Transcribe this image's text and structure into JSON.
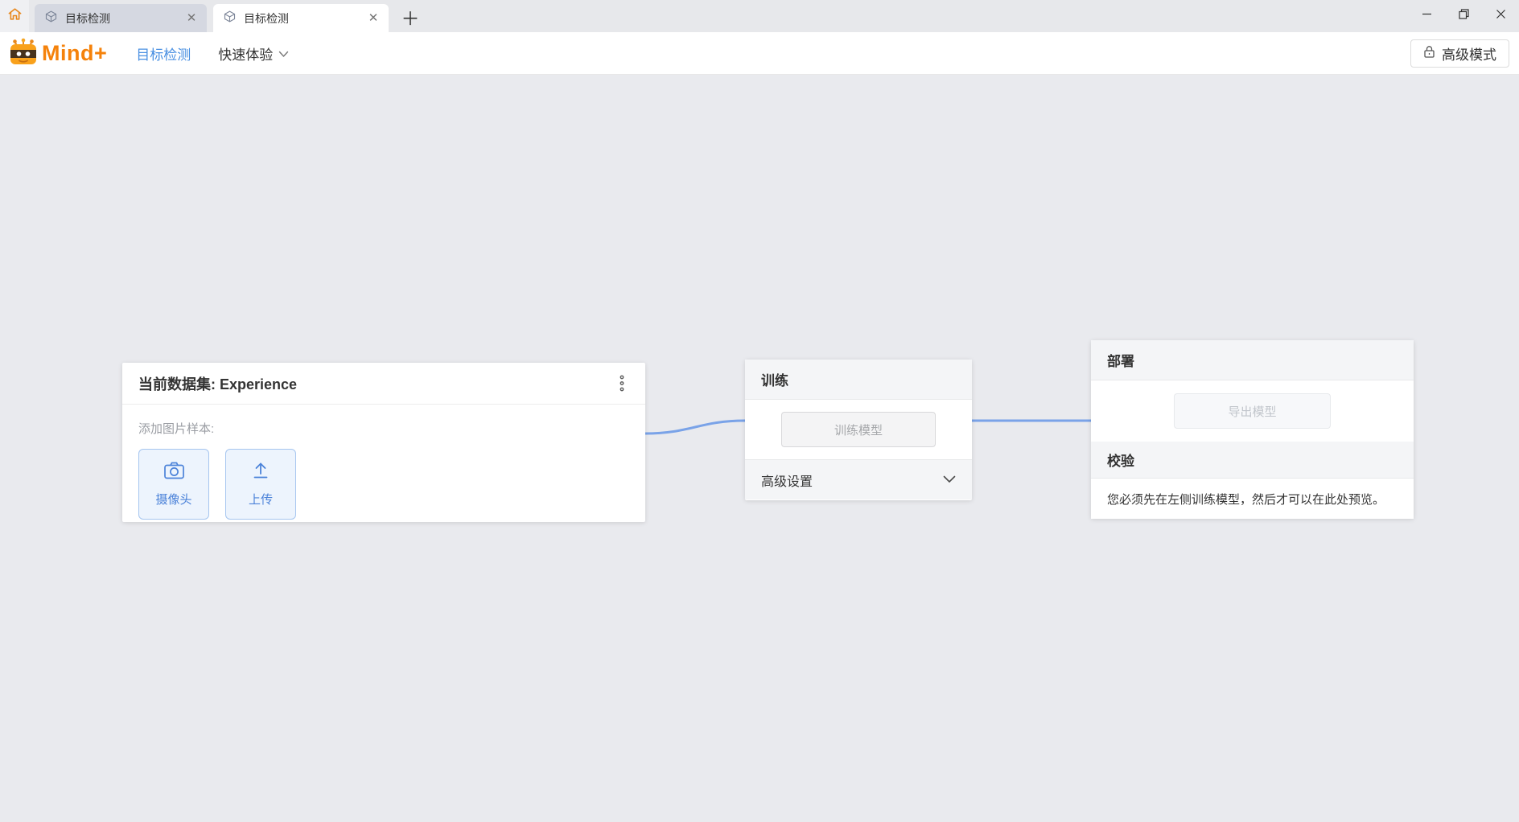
{
  "window": {
    "tabs": [
      {
        "label": "目标检测"
      },
      {
        "label": "目标检测"
      }
    ]
  },
  "header": {
    "brand": "Mind+",
    "project_link": "目标检测",
    "mode_menu": "快速体验",
    "advanced_mode_button": "高级模式"
  },
  "dataset_card": {
    "title": "当前数据集: Experience",
    "add_samples_label": "添加图片样本:",
    "camera_button": "摄像头",
    "upload_button": "上传"
  },
  "training_card": {
    "title": "训练",
    "train_button": "训练模型",
    "advanced_settings": "高级设置"
  },
  "deploy_card": {
    "deploy_title": "部署",
    "export_button": "导出模型",
    "validate_title": "校验",
    "validate_message": "您必须先在左侧训练模型，然后才可以在此处预览。"
  },
  "colors": {
    "brand_orange": "#f5820b",
    "link_blue": "#4a90e2",
    "connector_blue": "#7aa3e8",
    "sample_button_blue": "#4b82d9",
    "tab_inactive_bg": "#d5d8e1",
    "card_section_gray": "#f4f5f7"
  }
}
